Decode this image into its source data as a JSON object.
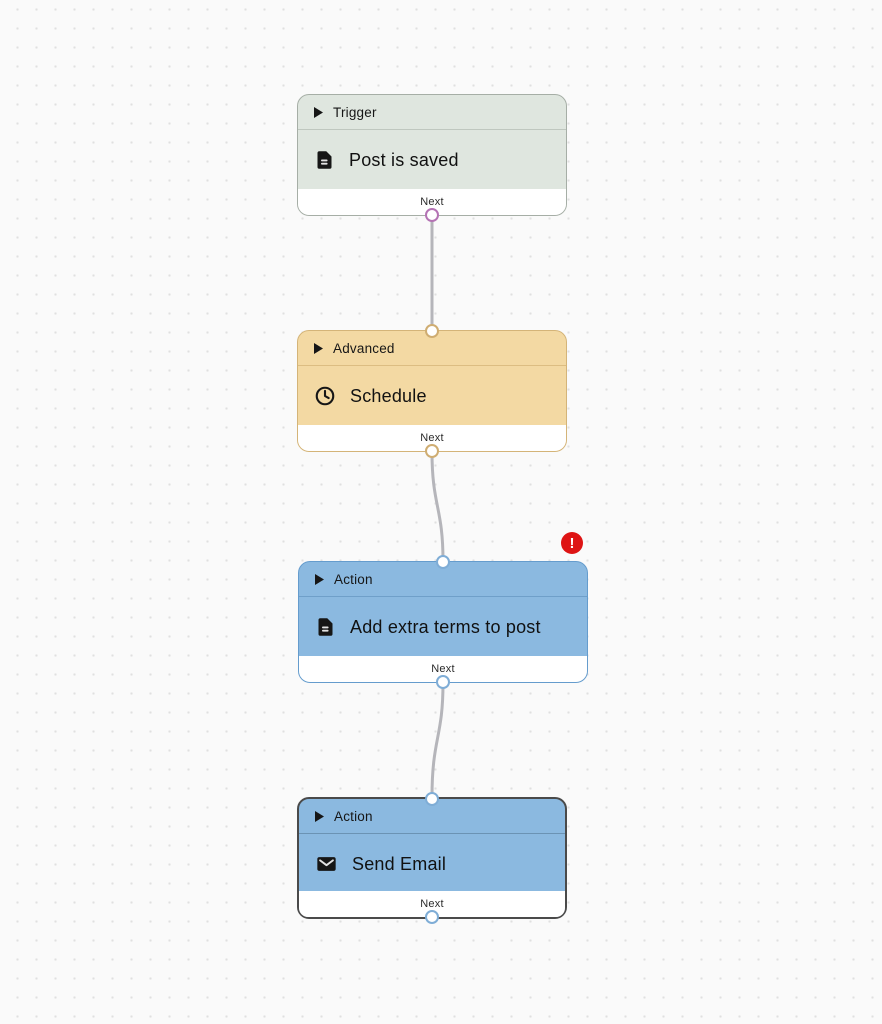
{
  "canvas": {
    "background_color": "#fafafa",
    "dot_color": "#e0e0e0",
    "edge_color": "#b5b5ba",
    "error_badge_color": "#de1414"
  },
  "nodes": [
    {
      "category_label": "Trigger",
      "title": "Post is saved",
      "footer_label": "Next",
      "icon": "document-icon",
      "colors": {
        "fill": "#dfe6df",
        "border": "#a6aea6",
        "divider": "#bfc7bf",
        "handle": "#b473b4"
      }
    },
    {
      "category_label": "Advanced",
      "title": "Schedule",
      "footer_label": "Next",
      "icon": "clock-icon",
      "colors": {
        "fill": "#f3d9a3",
        "border": "#d4b478",
        "divider": "#dcbd82",
        "handle": "#cfad72"
      }
    },
    {
      "category_label": "Action",
      "title": "Add extra terms to post",
      "footer_label": "Next",
      "icon": "document-icon",
      "error_badge": "!",
      "colors": {
        "fill": "#8bb9e0",
        "border": "#659ccd",
        "divider": "#6f9fc9",
        "handle": "#7fadd6"
      }
    },
    {
      "category_label": "Action",
      "title": "Send Email",
      "footer_label": "Next",
      "icon": "envelope-icon",
      "selected": true,
      "colors": {
        "fill": "#8bb9e0",
        "border": "#4a4a4a",
        "divider": "#6b93b4",
        "handle": "#7fadd6"
      }
    }
  ]
}
